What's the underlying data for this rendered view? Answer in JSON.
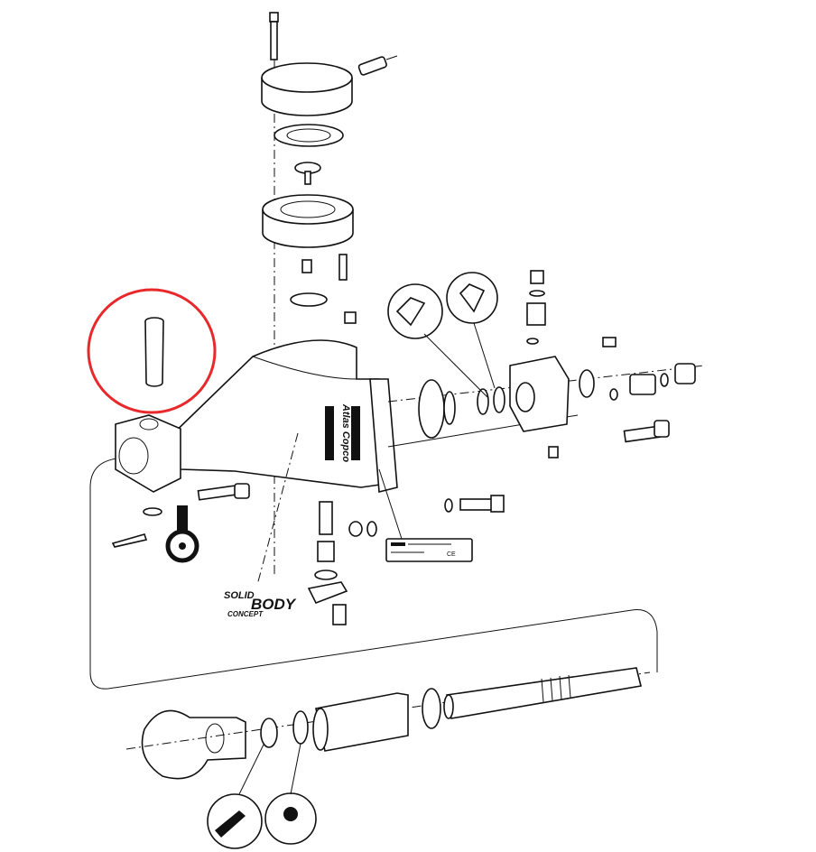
{
  "diagram": {
    "title_words": {
      "solid": "SOLID",
      "body": "BODY",
      "concept": "CONCEPT"
    },
    "logo_text": "Atlas Copco",
    "highlight_color": "#e8282b",
    "line_color": "#111111"
  }
}
